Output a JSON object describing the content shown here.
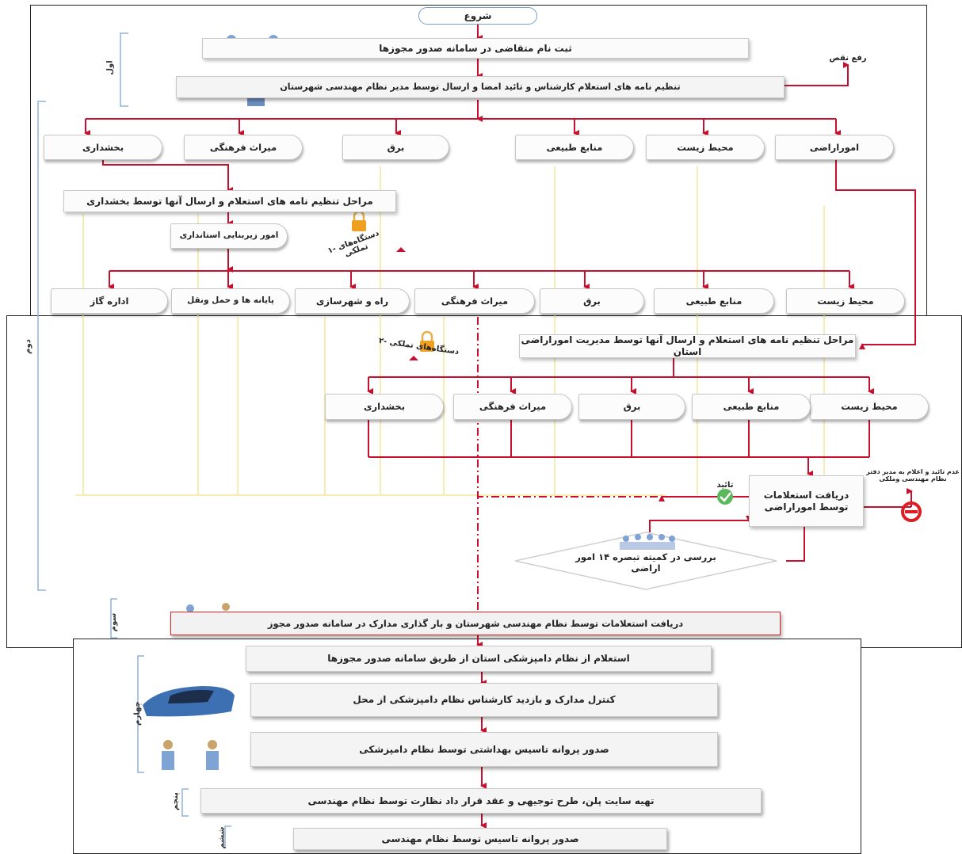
{
  "start": "شروع",
  "top": {
    "register": "ثبت نام متقاضی در سامانه صدور مجوزها",
    "compose": "تنظیم نامه های استعلام کارشناس و تائید امضا و ارسال توسط مدیر نظام مهندسی شهرستان",
    "fix_defect": "رفع نقص",
    "side_label": "اول"
  },
  "row1": [
    "اموراراضی",
    "محیط زیست",
    "منابع طبیعی",
    "برق",
    "میراث فرهنگی",
    "بخشداری"
  ],
  "bakhshdari_steps": "مراحل تنظیم نامه های استعلام و ارسال آنها توسط بخشداری",
  "omur_zirbanayi": "امور زیربنایی استانداری",
  "lock1": "۱- دستگاه‌های تملکی",
  "row2": [
    "محیط زیست",
    "منابع طبیعی",
    "برق",
    "میراث فرهنگی",
    "راه و شهرسازی",
    "پایانه ها و حمل ونقل",
    "اداره گاز"
  ],
  "middle": {
    "side_label": "دوم",
    "province_steps": "مراحل تنظیم نامه های استعلام و ارسال آنها توسط مدیریت اموراراضی استان",
    "lock2": "۲- دستگاه‌های تملکی",
    "row3": [
      "محیط زیست",
      "منابع طبیعی",
      "برق",
      "میراث فرهنگی",
      "بخشداری"
    ],
    "receive": "دریافت استعلامات توسط اموراراضی",
    "approve": "تائید",
    "reject_note": "عدم تائید و اعلام به مدیر دفتر نظام مهندسی وملکی",
    "committee": "بررسی در کمیته تبصره ۱۴ امور اراضی",
    "final_receive": "دریافت استعلامات توسط نظام مهندسی شهرستان و بار گذاری مدارک در سامانه صدور مجوز",
    "final_side": "سوم"
  },
  "bottom": {
    "side_label": "چهارم",
    "inquiry": "استعلام از نظام دامپزشکی استان از طریق سامانه صدور مجوزها",
    "inspect": "کنترل مدارک و بازدید کارشناس نظام دامپزشکی از محل",
    "license": "صدور پروانه تاسیس بهداشتی توسط نظام دامپزشکی",
    "site_plan": "تهیه سایت پلن، طرح توجیهی و عقد قرار داد نظارت توسط نظام مهندسی",
    "site_side": "پنجم",
    "final": "صدور پروانه تاسیس توسط نظام مهندسی",
    "final_side": "ششم"
  },
  "colors": {
    "line": "#c8102e",
    "yellow": "#f4e79a",
    "blue": "#8fb2df"
  }
}
